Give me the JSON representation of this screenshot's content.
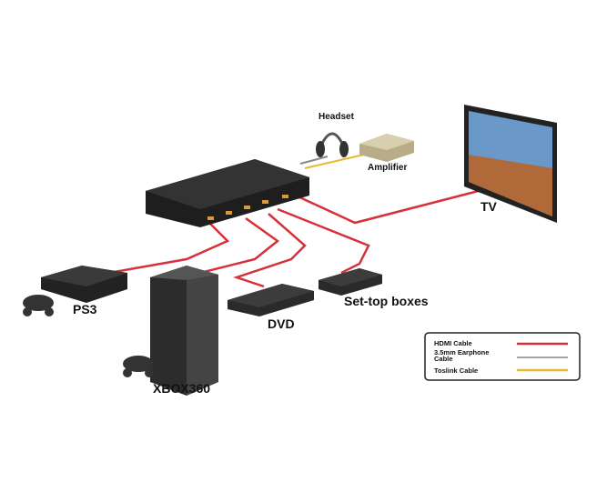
{
  "labels": {
    "headset": "Headset",
    "amplifier": "Amplifier",
    "tv": "TV",
    "ps3": "PS3",
    "xbox": "XBOX360",
    "dvd": "DVD",
    "settop": "Set-top boxes"
  },
  "legend": {
    "items": [
      {
        "label": "HDMI Cable",
        "color": "#d8303a"
      },
      {
        "label_line1": "3.5mm Earphone",
        "label_line2": "Cable",
        "color": "#888888"
      },
      {
        "label": "Toslink Cable",
        "color": "#e8b830"
      }
    ]
  },
  "colors": {
    "hdmi": "#d8303a",
    "earphone": "#888888",
    "toslink": "#e8b830",
    "device": "#2a2a2a"
  }
}
